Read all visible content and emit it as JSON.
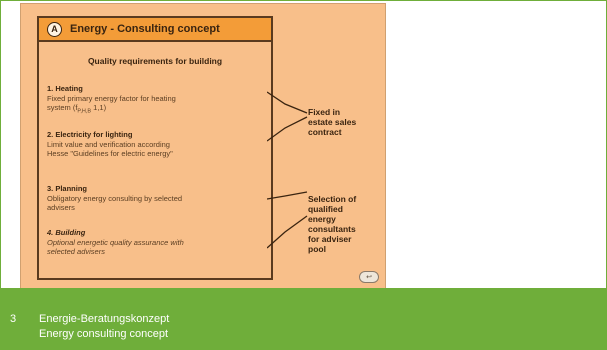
{
  "slide": {
    "header_badge": "A",
    "header_title": "Energy - Consulting concept",
    "sub_heading": "Quality requirements for building",
    "requirements": [
      {
        "title": "1. Heating",
        "desc_a": "Fixed primary energy factor for heating",
        "desc_b_pre": "system (f",
        "desc_b_sub": "P,H,B",
        "desc_b_post": " 1,1)"
      },
      {
        "title": "2. Electricity for lighting",
        "desc_a": "Limit value and verification according",
        "desc_b": "Hesse \"Guidelines for electric energy\""
      },
      {
        "title": "3. Planning",
        "desc_a": "Obligatory energy consulting by selected",
        "desc_b": "advisers"
      },
      {
        "title": "4. Building",
        "desc_a": "Optional energetic quality assurance with",
        "desc_b": "selected advisers"
      }
    ],
    "side_labels": [
      {
        "lines": [
          "Fixed in",
          "estate sales",
          "contract"
        ]
      },
      {
        "lines": [
          "Selection of",
          "qualified",
          "energy",
          "consultants",
          "for adviser",
          "pool"
        ]
      }
    ],
    "return_icon": "return-arrow-icon",
    "return_glyph": "↩"
  },
  "caption": {
    "number": "3",
    "german": "Energie-Beratungskonzept",
    "english": "Energy consulting concept"
  },
  "colors": {
    "slide_bg": "#f8bf8a",
    "header_bg": "#f39c38",
    "caption_bg": "#6fae3a",
    "outline": "#5a3a1e"
  }
}
